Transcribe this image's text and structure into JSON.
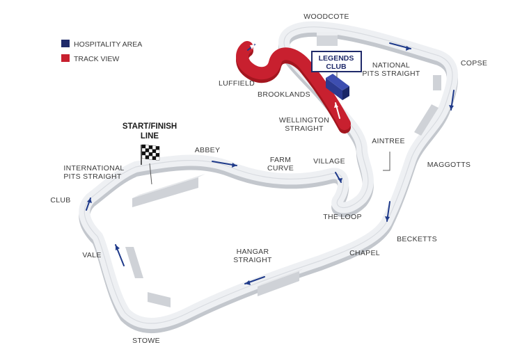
{
  "legend": {
    "hospitality": {
      "label": "HOSPITALITY AREA",
      "color": "#1f2a6a"
    },
    "track_view": {
      "label": "TRACK VIEW",
      "color": "#c8202f"
    }
  },
  "callout": {
    "line1": "LEGENDS",
    "line2": "CLUB"
  },
  "start_finish": {
    "line1": "START/FINISH",
    "line2": "LINE"
  },
  "labels": {
    "woodcote": "WOODCOTE",
    "copse": "COPSE",
    "national_1": "NATIONAL",
    "national_2": "PITS STRAIGHT",
    "luffield": "LUFFIELD",
    "brooklands": "BROOKLANDS",
    "wellington_1": "WELLINGTON",
    "wellington_2": "STRAIGHT",
    "aintree": "AINTREE",
    "maggotts": "MAGGOTTS",
    "abbey": "ABBEY",
    "farm_1": "FARM",
    "farm_2": "CURVE",
    "village": "VILLAGE",
    "intl_1": "INTERNATIONAL",
    "intl_2": "PITS STRAIGHT",
    "club": "CLUB",
    "the_loop": "THE LOOP",
    "becketts": "BECKETTS",
    "chapel": "CHAPEL",
    "hangar_1": "HANGAR",
    "hangar_2": "STRAIGHT",
    "vale": "VALE",
    "stowe": "STOWE"
  },
  "colors": {
    "track_top": "#eef0f3",
    "track_side": "#c9ccd1",
    "arrow": "#1f3a8a"
  }
}
